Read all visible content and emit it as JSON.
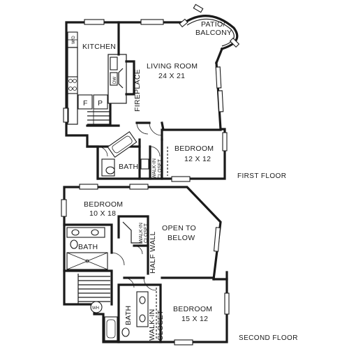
{
  "first_floor": {
    "floor_label": "FIRST FLOOR",
    "kitchen": {
      "name": "KITCHEN"
    },
    "living_room": {
      "name": "LIVING ROOM",
      "size": "24 X 21"
    },
    "fireplace": {
      "name": "FIREPLACE"
    },
    "patio": {
      "line1": "PATIO/",
      "line2": "BALCONY"
    },
    "bedroom": {
      "name": "BEDROOM",
      "size": "12 X 12"
    },
    "bath": {
      "name": "BATH"
    },
    "walk_in_closet": {
      "line1": "WALK-IN",
      "line2": "CLOSET"
    },
    "pantry_f": "F",
    "pantry_p": "P",
    "wd": "W/D",
    "dw": "DW"
  },
  "second_floor": {
    "floor_label": "SECOND FLOOR",
    "bedroom_a": {
      "name": "BEDROOM",
      "size": "10 X 18"
    },
    "bath_a": {
      "name": "BATH"
    },
    "walk_in_closet_a": {
      "line1": "WALK-IN",
      "line2": "CLOSET"
    },
    "open_to_below": {
      "line1": "OPEN TO",
      "line2": "BELOW"
    },
    "half_wall": {
      "name": "HALF WALL"
    },
    "bath_b": {
      "name": "BATH"
    },
    "walk_in_closet_b": {
      "line1": "WALK-IN",
      "line2": "CLOSET"
    },
    "bedroom_b": {
      "name": "BEDROOM",
      "size": "15 X 12"
    },
    "wh": "WH"
  }
}
